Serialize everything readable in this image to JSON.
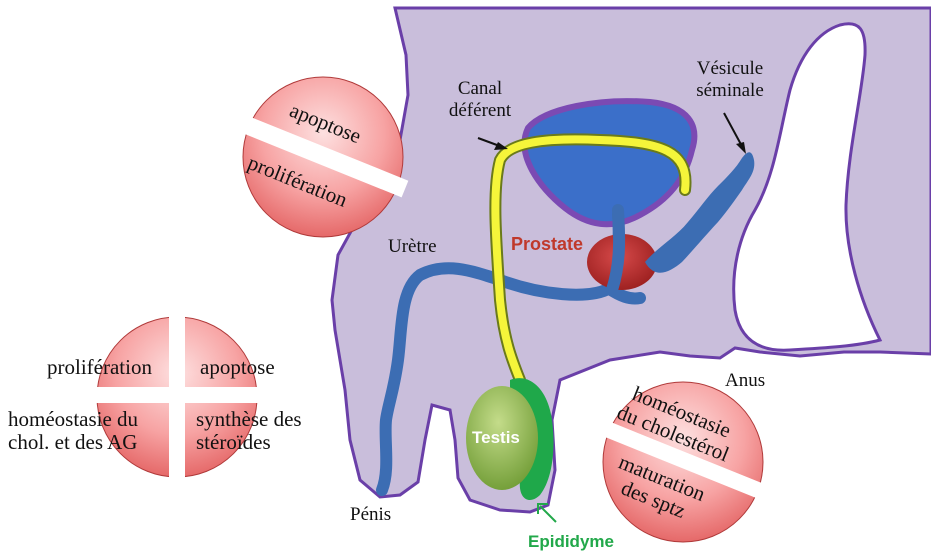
{
  "anatomy": {
    "vas_deferens": "Canal\ndéférent",
    "seminal_vesicle": "Vésicule\nséminale",
    "urethra": "Urètre",
    "prostate": "Prostate",
    "anus": "Anus",
    "penis": "Pénis",
    "testis": "Testis",
    "epididymis": "Epididyme"
  },
  "discs": {
    "prostate_disc": {
      "top": "apoptose",
      "bottom": "prolifération"
    },
    "testis_disc": {
      "top_left": "prolifération",
      "top_right": "apoptose",
      "bottom_left": "homéostasie du\nchol. et des AG",
      "bottom_right": "synthèse des\nstéroïdes"
    },
    "epididymis_disc": {
      "top": "homéostasie\ndu cholestérol",
      "bottom": "maturation\ndes sptz"
    }
  },
  "colors": {
    "body": "#c9bedb",
    "body_outline": "#6a3fa8",
    "bladder": "#3b6fc9",
    "ducts": "#3c6db3",
    "vas_deferens": "#f5f53a",
    "prostate": "#b52424",
    "testis": "#8db84a",
    "epididymis_organ": "#1fa84a",
    "prostate_label": "#c0392b",
    "epididymis_label": "#22a84a",
    "disc": "#f07a7a"
  }
}
